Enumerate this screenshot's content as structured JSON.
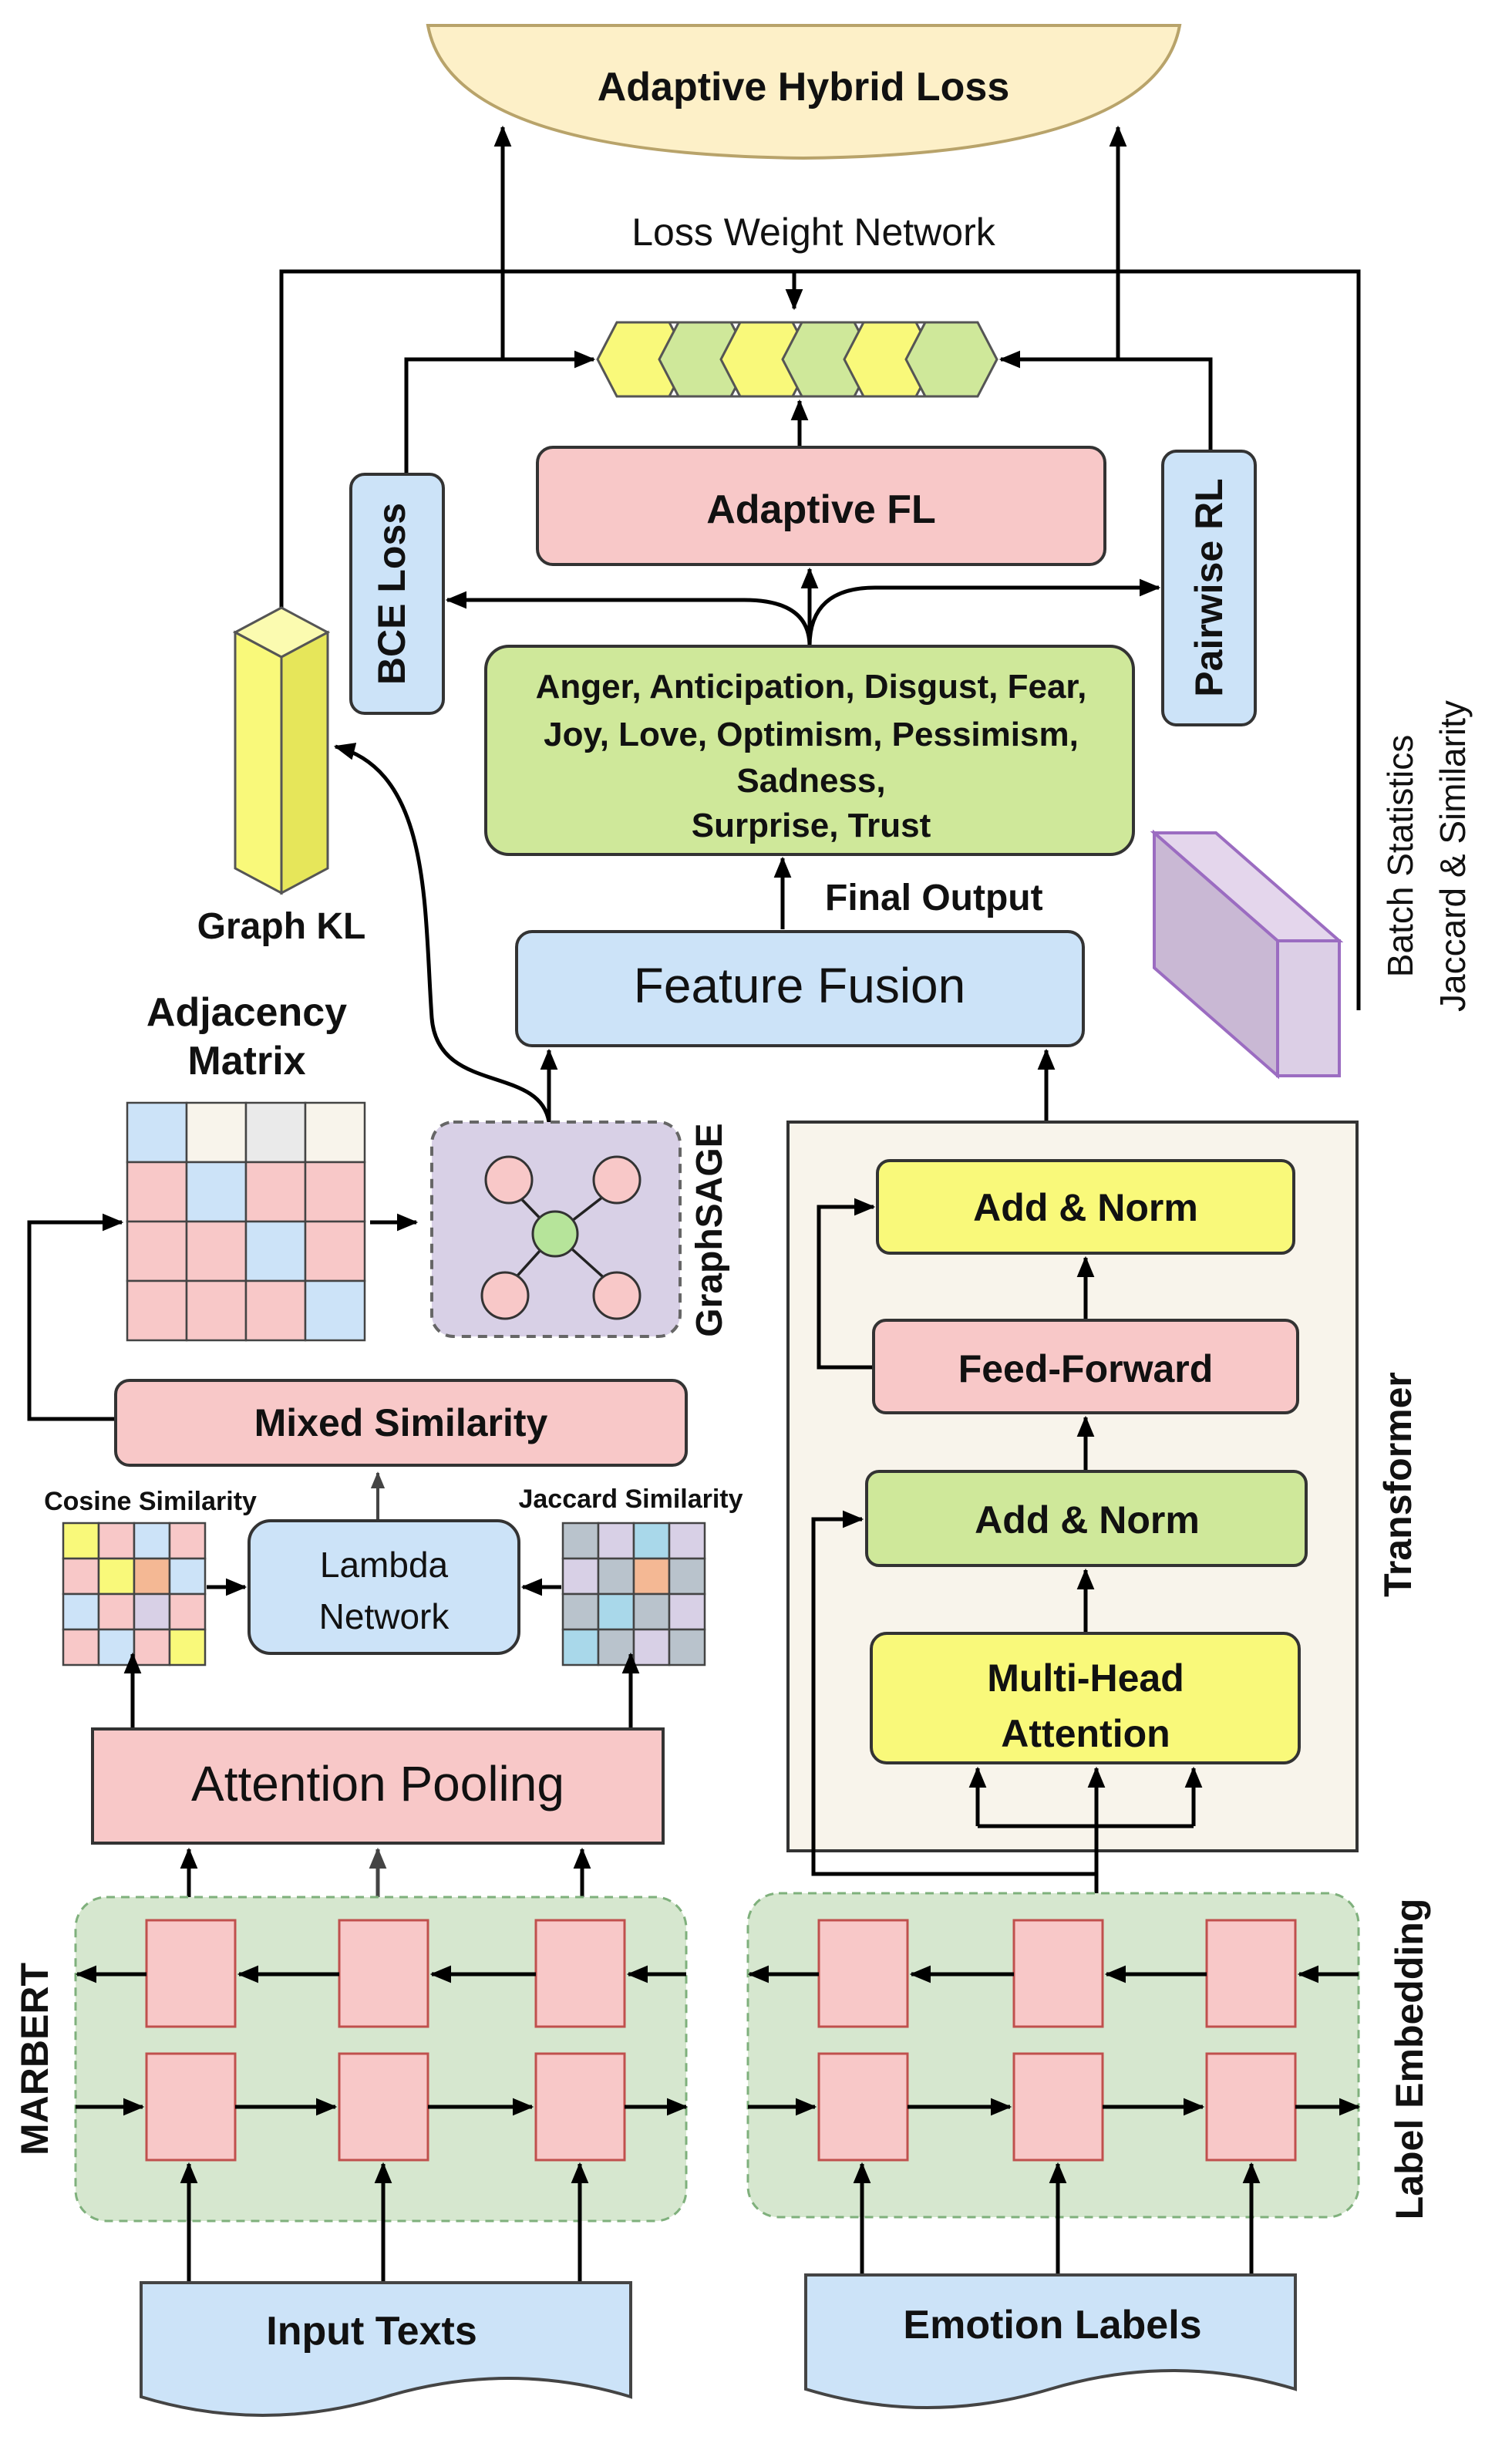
{
  "labels": {
    "adaptive_hybrid_loss": "Adaptive Hybrid Loss",
    "loss_weight_network": "Loss Weight Network",
    "adaptive_fl": "Adaptive FL",
    "bce_loss": "BCE Loss",
    "pairwise_rl": "Pairwise RL",
    "emotions_line1": "Anger, Anticipation, Disgust, Fear,",
    "emotions_line2": "Joy, Love, Optimism, Pessimism,",
    "emotions_line3": "Sadness,",
    "emotions_line4": "Surprise, Trust",
    "final_output": "Final Output",
    "feature_fusion": "Feature Fusion",
    "graph_kl": "Graph KL",
    "adjacency_line1": "Adjacency",
    "adjacency_line2": "Matrix",
    "graphsage": "GraphSAGE",
    "batch_statistics": "Batch Statistics",
    "jaccard_and_similarity": "Jaccard & Similarity",
    "add_norm_top": "Add & Norm",
    "feed_forward": "Feed-Forward",
    "add_norm_bottom": "Add & Norm",
    "multi_head_line1": "Multi-Head",
    "multi_head_line2": "Attention",
    "transformer": "Transformer",
    "mixed_similarity": "Mixed Similarity",
    "cosine_similarity": "Cosine Similarity",
    "jaccard_similarity": "Jaccard Similarity",
    "lambda_line1": "Lambda",
    "lambda_line2": "Network",
    "attention_pooling": "Attention Pooling",
    "marbert": "MARBERT",
    "label_embedding": "Label Embedding",
    "input_texts": "Input Texts",
    "emotion_labels": "Emotion Labels"
  },
  "colors": {
    "pink": "#f8c8c8",
    "green": "#cfe89a",
    "blue": "#cce3f8",
    "yellow": "#f9f97a",
    "cream": "#f8f4eb",
    "lavender": "#d8d0e6",
    "bg_green": "#d6e7cf",
    "loss_banner": "#fdf0c8"
  },
  "matrices": {
    "adjacency": [
      [
        "#cce3f8",
        "#f8f4eb",
        "#eaeaea",
        "#f8f4eb"
      ],
      [
        "#f8c8c8",
        "#cce3f8",
        "#f8c8c8",
        "#f8c8c8"
      ],
      [
        "#f8c8c8",
        "#f8c8c8",
        "#cce3f8",
        "#f8c8c8"
      ],
      [
        "#f8c8c8",
        "#f8c8c8",
        "#f8c8c8",
        "#cce3f8"
      ]
    ],
    "cosine": [
      [
        "#f9f97a",
        "#f8c8c8",
        "#cce3f8",
        "#f8c8c8"
      ],
      [
        "#f8c8c8",
        "#f9f97a",
        "#f4b894",
        "#cce3f8"
      ],
      [
        "#cce3f8",
        "#f8c8c8",
        "#d8d0e6",
        "#f8c8c8"
      ],
      [
        "#f8c8c8",
        "#cce3f8",
        "#f8c8c8",
        "#f9f97a"
      ]
    ],
    "jaccard": [
      [
        "#b9c3cc",
        "#d8d0e6",
        "#a9d8ea",
        "#d8d0e6"
      ],
      [
        "#d8d0e6",
        "#b9c3cc",
        "#f4b894",
        "#b9c3cc"
      ],
      [
        "#b9c3cc",
        "#a9d8ea",
        "#b9c3cc",
        "#d8d0e6"
      ],
      [
        "#a9d8ea",
        "#b9c3cc",
        "#d8d0e6",
        "#b9c3cc"
      ]
    ]
  }
}
